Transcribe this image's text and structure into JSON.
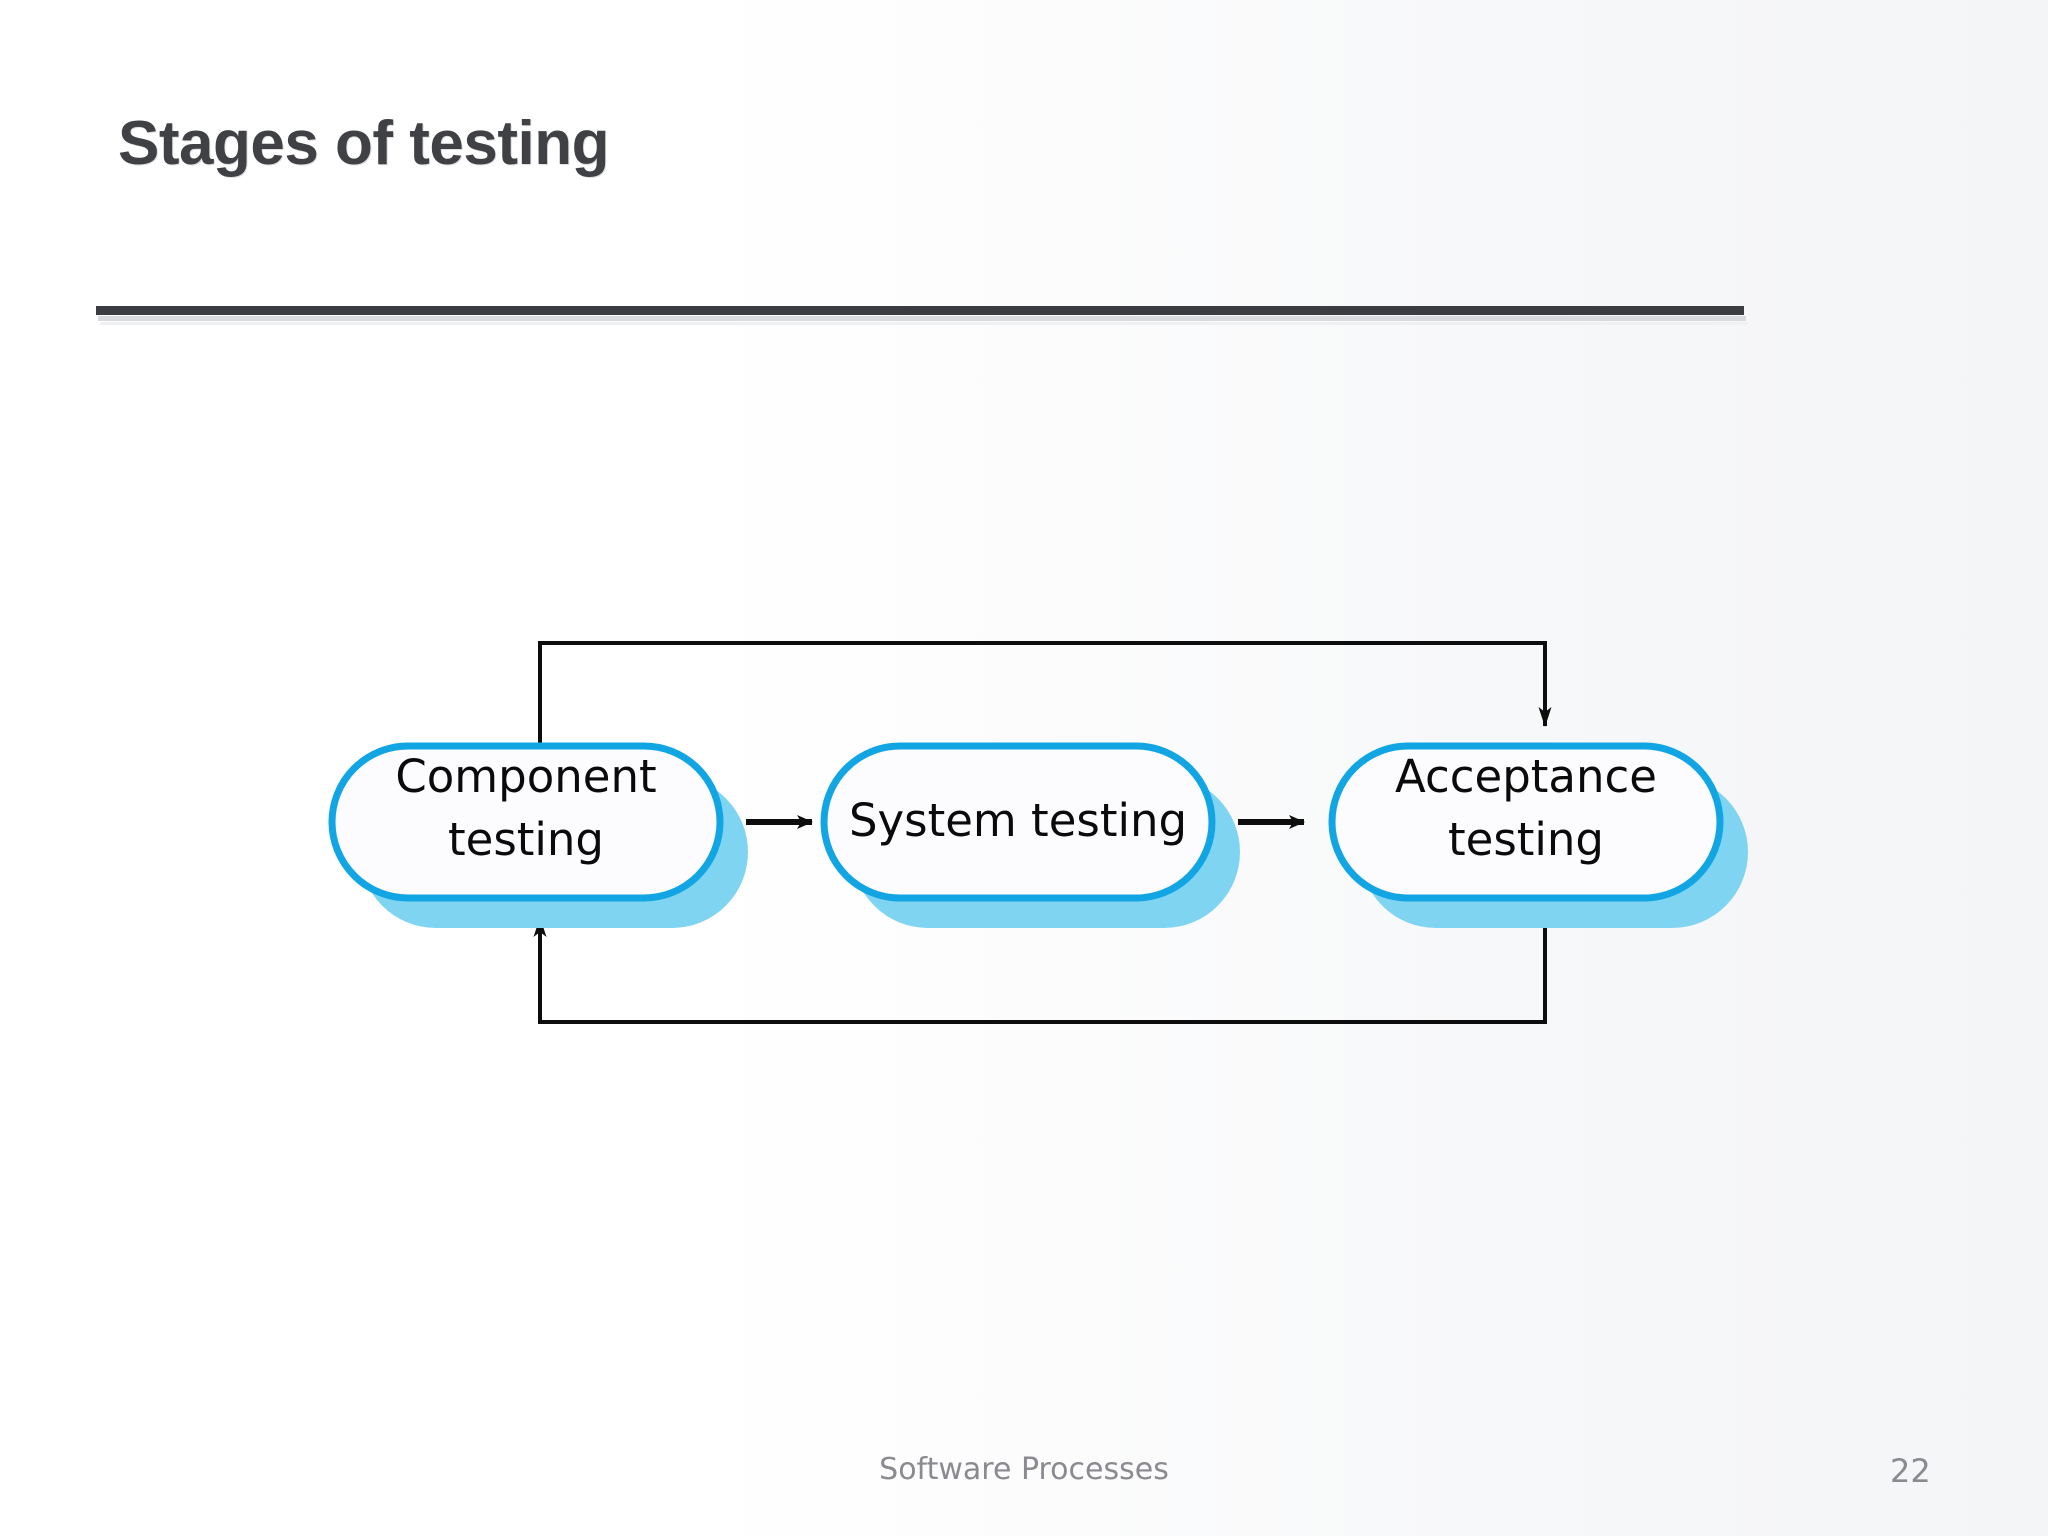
{
  "slide": {
    "title": "Stages of testing",
    "background_color": "#ffffff",
    "title_color": "#404145",
    "rule_color": "#3a3c41"
  },
  "diagram": {
    "type": "flowchart",
    "accent_color": "#12A5E3",
    "shadow_color": "#7FD4F2",
    "node_fill": "#FCFBFD",
    "connector_color": "#0d0d0d",
    "nodes": [
      {
        "id": "component",
        "label_line1": "Component",
        "label_line2": "testing",
        "lines": 2
      },
      {
        "id": "system",
        "label_line1": "System testing",
        "label_line2": "",
        "lines": 1
      },
      {
        "id": "acceptance",
        "label_line1": "Acceptance",
        "label_line2": "testing",
        "lines": 2
      }
    ],
    "edges": [
      {
        "from": "component",
        "to": "system",
        "kind": "straight-arrow"
      },
      {
        "from": "system",
        "to": "acceptance",
        "kind": "straight-arrow"
      },
      {
        "from": "component",
        "to": "acceptance",
        "kind": "feedback-loop-top"
      },
      {
        "from": "acceptance",
        "to": "component",
        "kind": "feedback-loop-bottom"
      }
    ]
  },
  "footer": {
    "title": "Software Processes",
    "page_number": "22"
  }
}
